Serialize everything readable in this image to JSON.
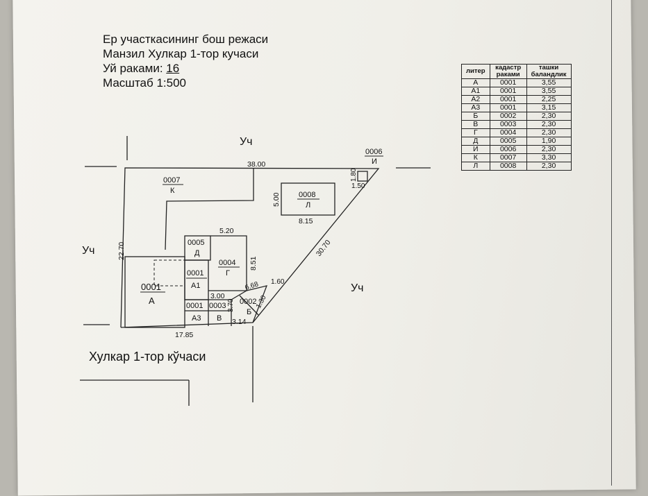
{
  "header": {
    "line1": "Ер участкасининг бош режаси",
    "line2": "Манзил Хулкар 1-тор кучаси",
    "line3_prefix": "Уй раками: ",
    "line3_number": "16",
    "line4": "Масштаб 1:500"
  },
  "table": {
    "headers": [
      "литер",
      "кадастр раками",
      "ташки баландлик"
    ],
    "rows": [
      [
        "А",
        "0001",
        "3,55"
      ],
      [
        "А1",
        "0001",
        "3,55"
      ],
      [
        "А2",
        "0001",
        "2,25"
      ],
      [
        "А3",
        "0001",
        "3,15"
      ],
      [
        "Б",
        "0002",
        "2,30"
      ],
      [
        "В",
        "0003",
        "2,30"
      ],
      [
        "Г",
        "0004",
        "2,30"
      ],
      [
        "Д",
        "0005",
        "1,90"
      ],
      [
        "И",
        "0006",
        "2,30"
      ],
      [
        "К",
        "0007",
        "3,30"
      ],
      [
        "Л",
        "0008",
        "2,30"
      ]
    ]
  },
  "plan": {
    "uch_top": "Уч",
    "uch_left": "Уч",
    "uch_right": "Уч",
    "street_name": "Хулкар 1-тор кўчаси",
    "dims": {
      "top": "38.00",
      "left": "22.70",
      "bottom": "17.85",
      "diagonal": "30.70",
      "g_top": "5.20",
      "g_right": "8.51",
      "l_height": "5.00",
      "l_width": "8.15",
      "i_h": "1.80",
      "i_w": "1.50",
      "a1_bottom": "3.00",
      "v_side": "3.70",
      "b_slope": "6.68",
      "b_right": "1.30",
      "b_top": "1.60",
      "b_bottom": "3.14"
    },
    "buildings": {
      "k_code": "0007",
      "k_lit": "К",
      "l_code": "0008",
      "l_lit": "Л",
      "i_code": "0006",
      "i_lit": "И",
      "d_code": "0005",
      "d_lit": "Д",
      "g_code": "0004",
      "g_lit": "Г",
      "a1_code": "0001",
      "a1_lit": "А1",
      "a_code": "0001",
      "a_lit": "А",
      "a3_code": "0001",
      "a3_lit": "А3",
      "v_code": "0003",
      "v_lit": "В",
      "b_code": "0002",
      "b_lit": "Б"
    }
  }
}
